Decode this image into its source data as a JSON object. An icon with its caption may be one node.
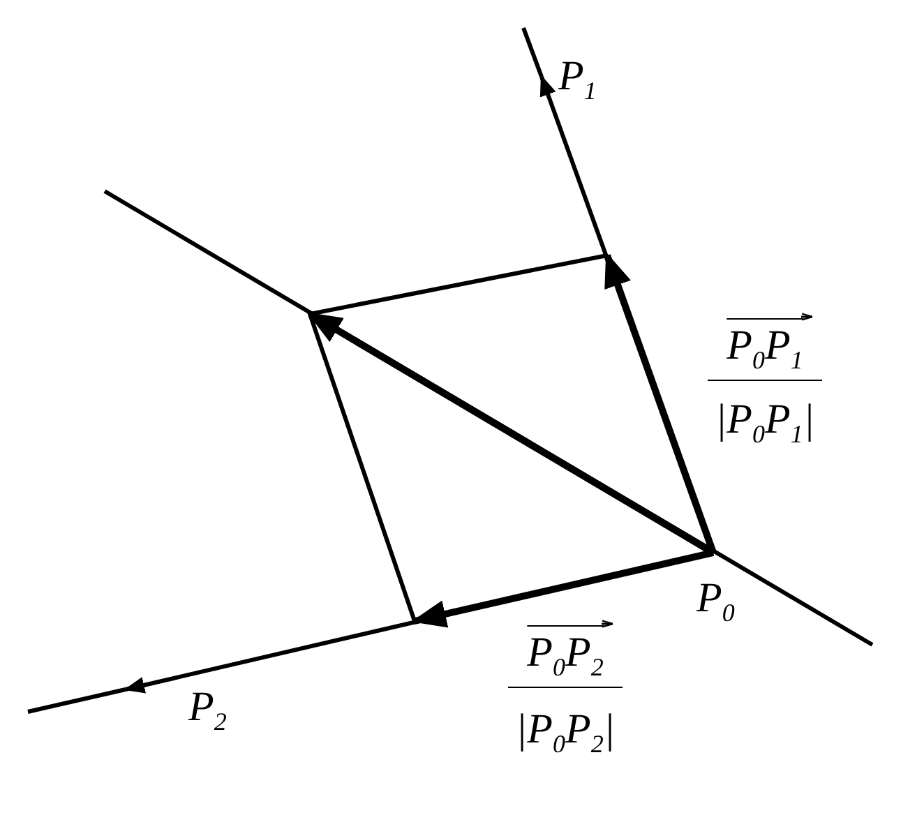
{
  "diagram": {
    "nodes": [
      {
        "text": [
          "P$_{0}$"
        ]
      },
      {
        "text": [
          "P$_{1}$"
        ]
      },
      {
        "text": [
          "P$_{2}$"
        ]
      }
    ],
    "edges": [
      {
        "from": 0,
        "to": 1,
        "arrow": "to"
      },
      {
        "from": 0,
        "to": 2,
        "arrow": "to"
      }
    ],
    "labels": [
      "P$_{0}$P$_{1}$",
      "|P$_{0}$P$_{1}$|",
      "P$_{0}$P$_{2}$",
      "|P$_{0}$P$_{2}$|"
    ]
  }
}
